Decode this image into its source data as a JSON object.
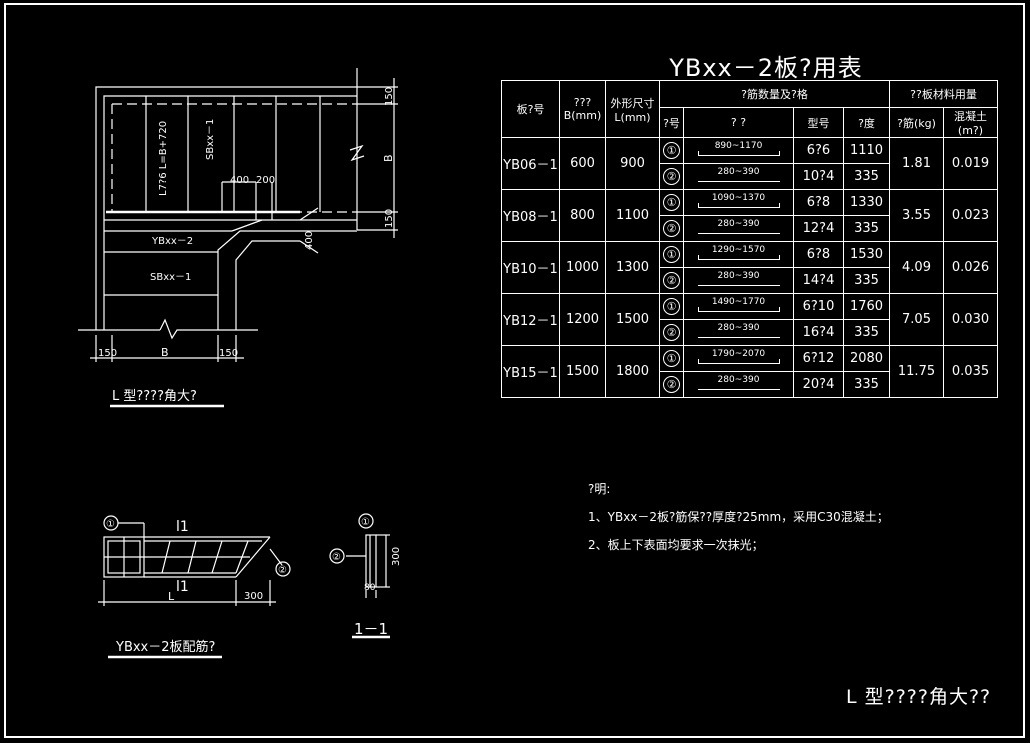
{
  "table": {
    "title": "YBxx－2板?用表",
    "headers": {
      "board_no": "板?号",
      "b": "??? B(mm)",
      "l": "外形尺寸 L(mm)",
      "rebar_group": "?筋数量及?格",
      "material_group": "??板材料用量",
      "no": "?号",
      "shape": "? ?",
      "type": "型号",
      "length": "?度",
      "steel": "?筋(kg)",
      "concrete": "混凝土(m?)"
    },
    "rows": [
      {
        "board": "YB06－1",
        "b": "600",
        "l": "900",
        "bars": [
          {
            "no": "①",
            "shape": "890~1170",
            "type": "6?6",
            "length": "1110"
          },
          {
            "no": "②",
            "shape": "280~390",
            "type": "10?4",
            "length": "335"
          }
        ],
        "steel": "1.81",
        "concrete": "0.019"
      },
      {
        "board": "YB08－1",
        "b": "800",
        "l": "1100",
        "bars": [
          {
            "no": "①",
            "shape": "1090~1370",
            "type": "6?8",
            "length": "1330"
          },
          {
            "no": "②",
            "shape": "280~390",
            "type": "12?4",
            "length": "335"
          }
        ],
        "steel": "3.55",
        "concrete": "0.023"
      },
      {
        "board": "YB10－1",
        "b": "1000",
        "l": "1300",
        "bars": [
          {
            "no": "①",
            "shape": "1290~1570",
            "type": "6?8",
            "length": "1530"
          },
          {
            "no": "②",
            "shape": "280~390",
            "type": "14?4",
            "length": "335"
          }
        ],
        "steel": "4.09",
        "concrete": "0.026"
      },
      {
        "board": "YB12－1",
        "b": "1200",
        "l": "1500",
        "bars": [
          {
            "no": "①",
            "shape": "1490~1770",
            "type": "6?10",
            "length": "1760"
          },
          {
            "no": "②",
            "shape": "280~390",
            "type": "16?4",
            "length": "335"
          }
        ],
        "steel": "7.05",
        "concrete": "0.030"
      },
      {
        "board": "YB15－1",
        "b": "1500",
        "l": "1800",
        "bars": [
          {
            "no": "①",
            "shape": "1790~2070",
            "type": "6?12",
            "length": "2080"
          },
          {
            "no": "②",
            "shape": "280~390",
            "type": "20?4",
            "length": "335"
          }
        ],
        "steel": "11.75",
        "concrete": "0.035"
      }
    ]
  },
  "plan": {
    "label_ybxx2": "YBxx－2",
    "label_sbxx1": "SBxx－1",
    "label_sbxx1_vert": "SBxx－1",
    "label_l7": "L7?6 L=B+720",
    "dim_400a": "400",
    "dim_200": "200",
    "dim_400b": "400",
    "dim_150_top": "150",
    "dim_b_right": "B",
    "dim_150_mid": "150",
    "dim_150_left": "150",
    "dim_b_bottom": "B",
    "dim_150_right": "150",
    "caption": "L 型????角大?"
  },
  "section": {
    "l1_top": "l1",
    "l1_bottom": "l1",
    "l_dim": "L",
    "dim_300": "300",
    "c1": "①",
    "c2": "②",
    "caption": "YBxx－2板配筋?"
  },
  "cut": {
    "c1": "①",
    "c2": "②",
    "dim_300": "300",
    "dim_80": "80",
    "caption": "1－1"
  },
  "notes": {
    "heading": "?明:",
    "line1": "1、YBxx－2板?筋保??厚度?25mm，采用C30混凝土；",
    "line2": "2、板上下表面均要求一次抹光；"
  },
  "stamp": "L 型????角大??"
}
